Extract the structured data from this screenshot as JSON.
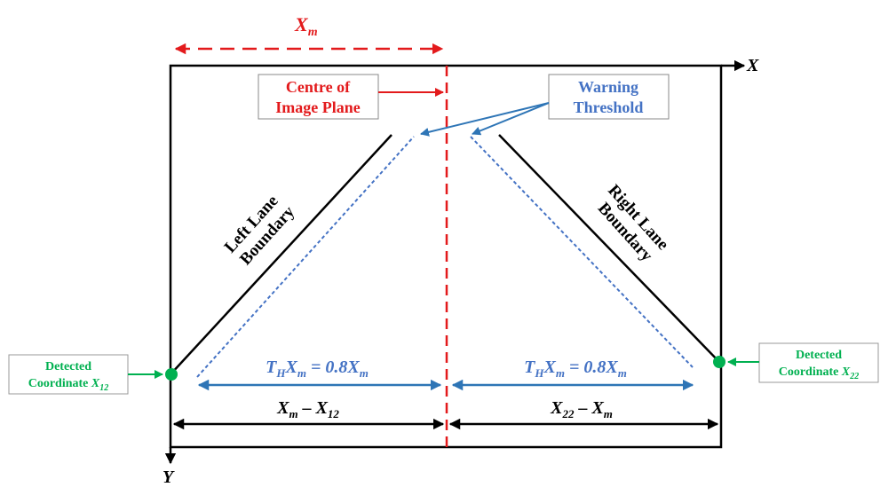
{
  "axes": {
    "x_label": "X",
    "y_label": "Y"
  },
  "xm_span": {
    "base": "X",
    "sub": "m"
  },
  "centre_box": {
    "line1": "Centre of",
    "line2": "Image Plane"
  },
  "warning_box": {
    "line1": "Warning",
    "line2": "Threshold"
  },
  "left_lane": {
    "line1": "Left Lane",
    "line2": "Boundary"
  },
  "right_lane": {
    "line1": "Right Lane",
    "line2": "Boundary"
  },
  "left_threshold": {
    "t": "T",
    "t_sub": "H",
    "x": "X",
    "x_sub": "m",
    "eq": " = 0.8",
    "x2": "X",
    "x2_sub": "m"
  },
  "right_threshold": {
    "t": "T",
    "t_sub": "H",
    "x": "X",
    "x_sub": "m",
    "eq": " = 0.8",
    "x2": "X",
    "x2_sub": "m"
  },
  "left_distance": {
    "a": "X",
    "a_sub": "m",
    "op": " – ",
    "b": "X",
    "b_sub": "12"
  },
  "right_distance": {
    "a": "X",
    "a_sub": "22",
    "op": " – ",
    "b": "X",
    "b_sub": "m"
  },
  "left_detected": {
    "line1": "Detected",
    "line2": "Coordinate ",
    "x": "X",
    "x_sub": "12"
  },
  "right_detected": {
    "line1": "Detected",
    "line2": "Coordinate ",
    "x": "X",
    "x_sub": "22"
  },
  "colors": {
    "red": "#e31a1c",
    "blue": "#2e75b6",
    "label_blue": "#4472c4",
    "green": "#00b050",
    "black": "#000000"
  }
}
